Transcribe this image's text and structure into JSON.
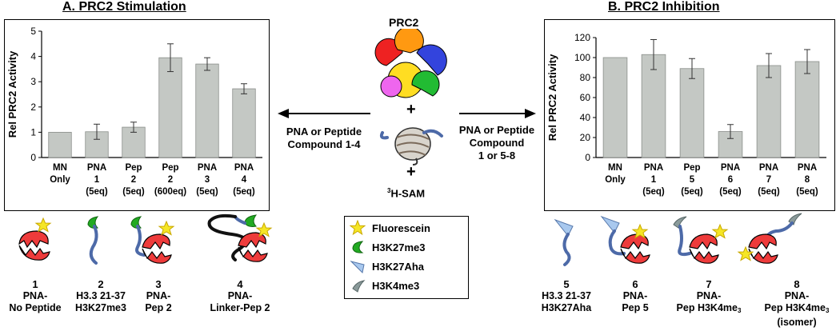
{
  "panel_a": {
    "title": "A. PRC2 Stimulation",
    "arrow_label": [
      "PNA or Peptide",
      "Compound 1-4"
    ]
  },
  "panel_b": {
    "title": "B. PRC2 Inhibition",
    "arrow_label": [
      "PNA or Peptide",
      "Compound",
      "1 or 5-8"
    ]
  },
  "center": {
    "prc2_label": "PRC2",
    "plus1": "+",
    "plus2": "+",
    "sam_label": "H-SAM",
    "sam_superscript": "3",
    "complex_colors": [
      "#3344dd",
      "#ee2222",
      "#ffdd22",
      "#22bb33",
      "#ee66ee",
      "#ff9911"
    ]
  },
  "legend": {
    "items": [
      {
        "label": "Fluorescein",
        "icon": "star-icon",
        "color": "#f5e625"
      },
      {
        "label": "H3K27me3",
        "icon": "green-leaf-icon",
        "color": "#22aa22"
      },
      {
        "label": "H3K27Aha",
        "icon": "blue-wedge-icon",
        "color": "#a8c8ee"
      },
      {
        "label": "H3K4me3",
        "icon": "gray-wedge-icon",
        "color": "#8a9a9a"
      }
    ]
  },
  "chart_data": [
    {
      "type": "bar",
      "title": "",
      "ylabel": "Rel PRC2 Activity",
      "xlabel": "",
      "ylim": [
        0,
        5
      ],
      "yticks": [
        0,
        1,
        2,
        3,
        4,
        5
      ],
      "categories": [
        [
          "MN",
          "Only"
        ],
        [
          "PNA",
          "1",
          "(5eq)"
        ],
        [
          "Pep",
          "2",
          "(5eq)"
        ],
        [
          "Pep",
          "2",
          "(600eq)"
        ],
        [
          "PNA",
          "3",
          "(5eq)"
        ],
        [
          "PNA",
          "4",
          "(5eq)"
        ]
      ],
      "values": [
        1.0,
        1.02,
        1.2,
        3.95,
        3.7,
        2.72
      ],
      "errors": [
        0,
        0.3,
        0.2,
        0.55,
        0.25,
        0.2
      ],
      "bar_color": "#c4c8c4",
      "grid": false
    },
    {
      "type": "bar",
      "title": "",
      "ylabel": "Rel PRC2 Activity",
      "xlabel": "",
      "ylim": [
        0,
        120
      ],
      "yticks": [
        0,
        20,
        40,
        60,
        80,
        100,
        120
      ],
      "categories": [
        [
          "MN",
          "Only"
        ],
        [
          "PNA",
          "1",
          "(5eq)"
        ],
        [
          "Pep",
          "5",
          "(5eq)"
        ],
        [
          "PNA",
          "6",
          "(5eq)"
        ],
        [
          "PNA",
          "7",
          "(5eq)"
        ],
        [
          "PNA",
          "8",
          "(5eq)"
        ]
      ],
      "values": [
        100,
        103,
        89,
        26,
        92,
        96
      ],
      "errors": [
        0,
        15,
        10,
        7,
        12,
        12
      ],
      "bar_color": "#c4c8c4",
      "grid": false
    }
  ],
  "compounds_left": [
    {
      "num": "1",
      "lines": [
        "PNA-",
        "No Peptide"
      ]
    },
    {
      "num": "2",
      "lines": [
        "H3.3 21-37",
        "H3K27me3"
      ]
    },
    {
      "num": "3",
      "lines": [
        "PNA-",
        "Pep 2"
      ]
    },
    {
      "num": "4",
      "lines": [
        "PNA-",
        "Linker-Pep 2"
      ]
    }
  ],
  "compounds_right": [
    {
      "num": "5",
      "lines": [
        "H3.3 21-37",
        "H3K27Aha"
      ]
    },
    {
      "num": "6",
      "lines": [
        "PNA-",
        "Pep 5"
      ]
    },
    {
      "num": "7",
      "lines": [
        "PNA-",
        "Pep H3K4me",
        "3"
      ]
    },
    {
      "num": "8",
      "lines": [
        "PNA-",
        "Pep H3K4me",
        "3",
        "(isomer)"
      ]
    }
  ]
}
